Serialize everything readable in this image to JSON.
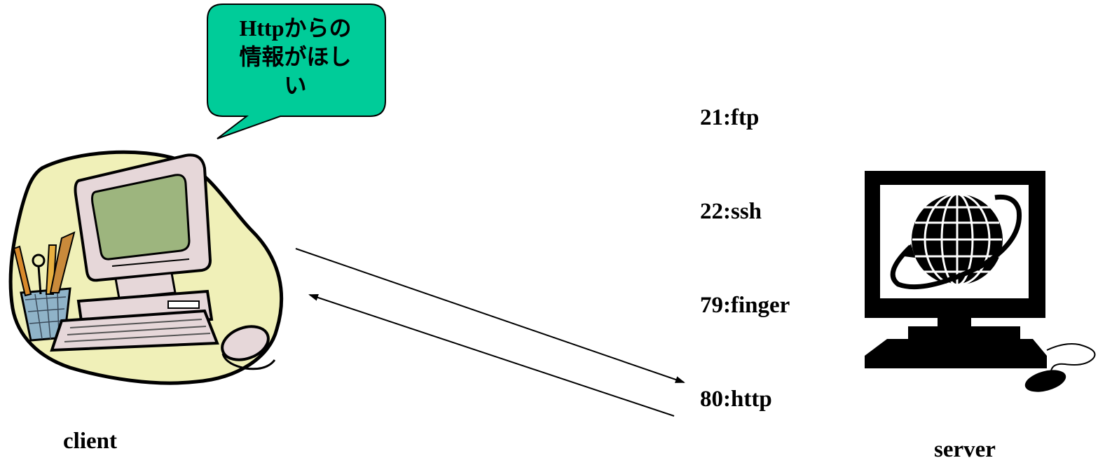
{
  "bubble": {
    "text": "Httpからの情報がほしい",
    "lines": [
      "Httpからの",
      "情報がほし",
      "い"
    ]
  },
  "client": {
    "label": "client"
  },
  "server": {
    "label": "server"
  },
  "ports": [
    {
      "label": "21:ftp"
    },
    {
      "label": "22:ssh"
    },
    {
      "label": "79:finger"
    },
    {
      "label": "80:http"
    }
  ],
  "colors": {
    "bubble_fill": "#00CC99",
    "blob_fill": "#F0F0B8",
    "monitor_screen": "#9DB57E"
  }
}
